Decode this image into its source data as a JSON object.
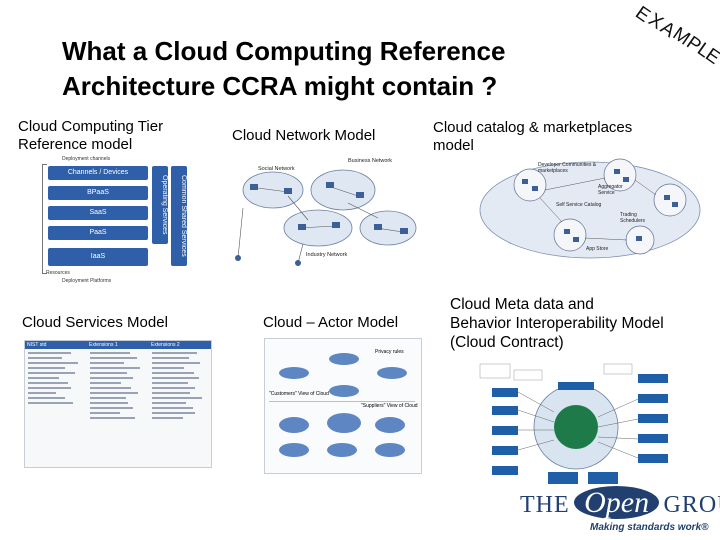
{
  "slide": {
    "title_line1": "What a Cloud Computing Reference",
    "title_line2": "Architecture CCRA might contain ?",
    "stamp_letters": [
      "E",
      "X",
      "A",
      "M",
      "P",
      "L",
      "E"
    ]
  },
  "panels": {
    "tier": {
      "label_line1": "Cloud Computing Tier",
      "label_line2": "Reference model",
      "top_caption": "Deployment channels",
      "boxes": [
        "Channels / Devices",
        "BPaaS",
        "SaaS",
        "PaaS",
        "IaaS"
      ],
      "rail1": "Operating Services",
      "rail2": "Common Shared Services",
      "bottom_caption_1": "Resources",
      "bottom_caption_2": "Deployment Platforms"
    },
    "network": {
      "label": "Cloud Network  Model",
      "nodes": [
        "Social Network",
        "Business Network",
        "Industry Network"
      ]
    },
    "catalog": {
      "label_line1": "Cloud catalog & marketplaces",
      "label_line2": "model",
      "nodes": [
        "Developer Communities & marketplaces",
        "Aggregator Service",
        "Self Service Catalog",
        "Trading Schedulers",
        "App Store"
      ]
    },
    "services": {
      "label": "Cloud Services Model",
      "headers": [
        "NIST std",
        "Extensions 1",
        "Extensions 2"
      ]
    },
    "actor": {
      "label": "Cloud – Actor Model",
      "subtitle_1": "\"Customers\" View of Cloud",
      "subtitle_2": "\"Suppliers\" View of Cloud",
      "top_right": "Privacy rules"
    },
    "meta": {
      "label_line1": "Cloud Meta data and",
      "label_line2": "Behavior Interoperability Model",
      "label_line3": "(Cloud Contract)"
    }
  },
  "logo": {
    "the": "THE",
    "open": "Open",
    "group": "GROUP",
    "tagline": "Making standards work",
    "reg": "®"
  },
  "colors": {
    "tier_blue": "#2f5fa8",
    "logo_navy": "#21406f",
    "diagram_blue": "#5d86c2"
  }
}
